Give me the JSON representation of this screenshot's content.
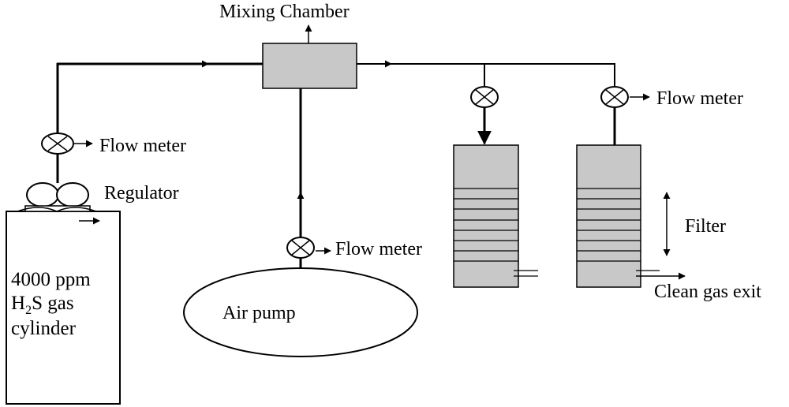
{
  "labels": {
    "mixing_chamber": "Mixing Chamber",
    "flow_meter_gas": "Flow meter",
    "flow_meter_air": "Flow meter",
    "flow_meter_right": "Flow meter",
    "regulator": "Regulator",
    "cylinder_line1": "4000 ppm",
    "cylinder_line2_pre": "H",
    "cylinder_line2_sub": "2",
    "cylinder_line2_post": "S gas",
    "cylinder_line3": "cylinder",
    "air_pump": "Air pump",
    "filter": "Filter",
    "clean_gas_exit": "Clean gas exit"
  },
  "colors": {
    "line": "#000000",
    "chamber_fill": "#c8c8c8",
    "column_fill": "#c8c8c8"
  }
}
